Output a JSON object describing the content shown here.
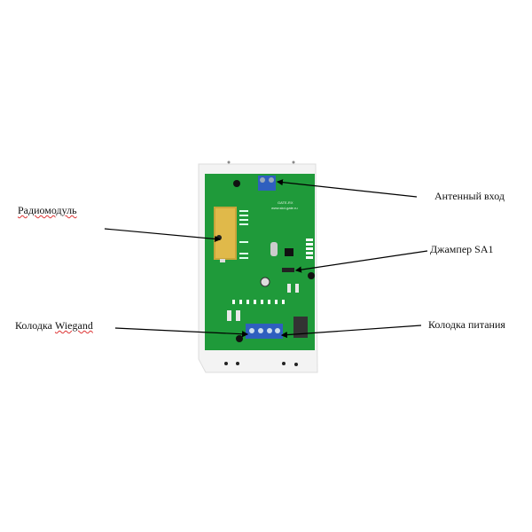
{
  "labels": {
    "antenna": "Антенный вход",
    "radiomodule": "Радиомодуль",
    "jumper": "Джампер SA1",
    "wiegand_prefix": "Колодка ",
    "wiegand_word": "Wiegand",
    "power": "Колодка питания"
  },
  "board": {
    "model": "GATE-RX",
    "url": "www.skd-gate.ru"
  },
  "colors": {
    "pcb": "#1f9a3a",
    "terminal": "#2f5fbf",
    "module": "#d9b040"
  }
}
